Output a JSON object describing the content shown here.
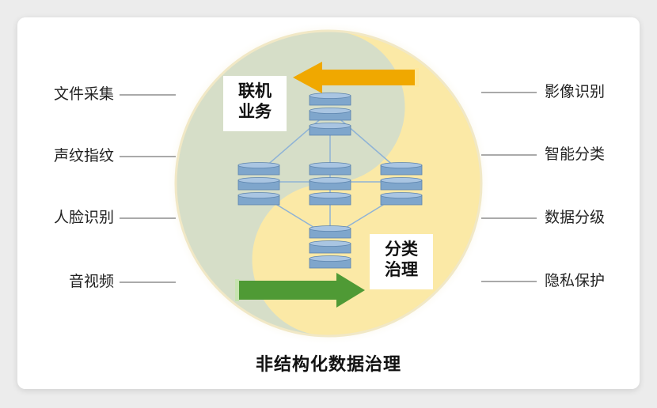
{
  "left_items": [
    "文件采集",
    "声纹指纹",
    "人脸识别",
    "音视频"
  ],
  "right_items": [
    "影像识别",
    "智能分类",
    "数据分级",
    "隐私保护"
  ],
  "online_box": {
    "line1": "联机",
    "line2": "业务"
  },
  "classify_box": {
    "line1": "分类",
    "line2": "治理"
  },
  "caption": "非结构化数据治理",
  "colors": {
    "yin_green": "#d6dec8",
    "yang_yellow": "#fbe9a6",
    "arrow_orange": "#f0a800",
    "arrow_green": "#4f9a35",
    "db_blue": "#7fa6cc",
    "connector": "#8fb3d6"
  }
}
